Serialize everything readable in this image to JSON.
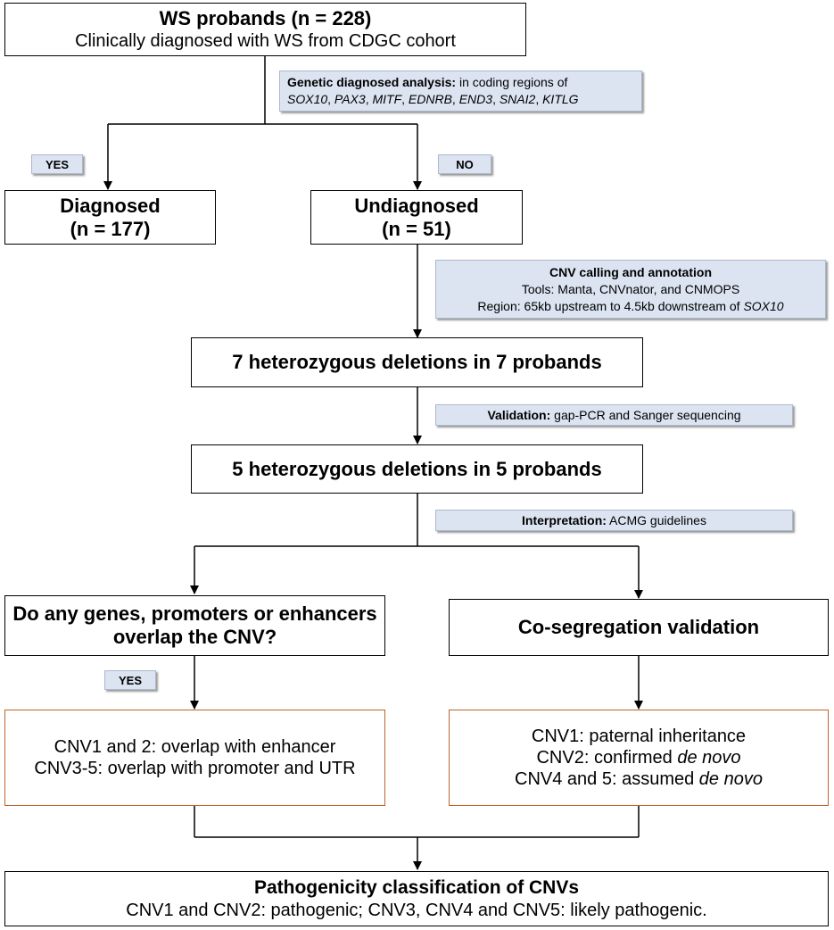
{
  "start": {
    "title": "WS probands (n = 228)",
    "subtitle": "Clinically diagnosed with WS from CDGC cohort"
  },
  "genetic_note": {
    "label": "Genetic diagnosed analysis:",
    "text": "in coding regions of",
    "genes": [
      "SOX10",
      "PAX3",
      "MITF",
      "EDNRB",
      "END3",
      "SNAI2",
      "KITLG"
    ],
    "sep": ", "
  },
  "tags": {
    "yes1": "YES",
    "no": "NO",
    "yes2": "YES"
  },
  "diagnosed": {
    "title": "Diagnosed",
    "count": "(n = 177)"
  },
  "undiagnosed": {
    "title": "Undiagnosed",
    "count": "(n = 51)"
  },
  "cnv_note": {
    "title": "CNV calling and annotation",
    "tools": "Tools: Manta,  CNVnator, and CNMOPS",
    "region_prefix": "Region: 65kb upstream to 4.5kb downstream of ",
    "region_gene": "SOX10"
  },
  "deletions7": "7 heterozygous deletions in 7 probands",
  "validation_note": {
    "label": "Validation:",
    "text": " gap-PCR and Sanger sequencing"
  },
  "deletions5": "5 heterozygous deletions in 5 probands",
  "interp_note": {
    "label": "Interpretation:",
    "text": " ACMG guidelines"
  },
  "overlap_question": {
    "line1": "Do any genes, promoters or enhancers",
    "line2": "overlap the CNV?"
  },
  "coseg": "Co-segregation validation",
  "overlap_result": {
    "line1": "CNV1 and 2: overlap with enhancer",
    "line2": "CNV3-5: overlap with promoter and UTR"
  },
  "coseg_result": {
    "line1": "CNV1: paternal inheritance",
    "line2_prefix": "CNV2: confirmed ",
    "line2_em": "de novo",
    "line3_prefix": "CNV4 and 5: assumed ",
    "line3_em": "de novo"
  },
  "final": {
    "title": "Pathogenicity classification of CNVs",
    "text": "CNV1 and CNV2: pathogenic; CNV3, CNV4 and CNV5: likely pathogenic."
  }
}
